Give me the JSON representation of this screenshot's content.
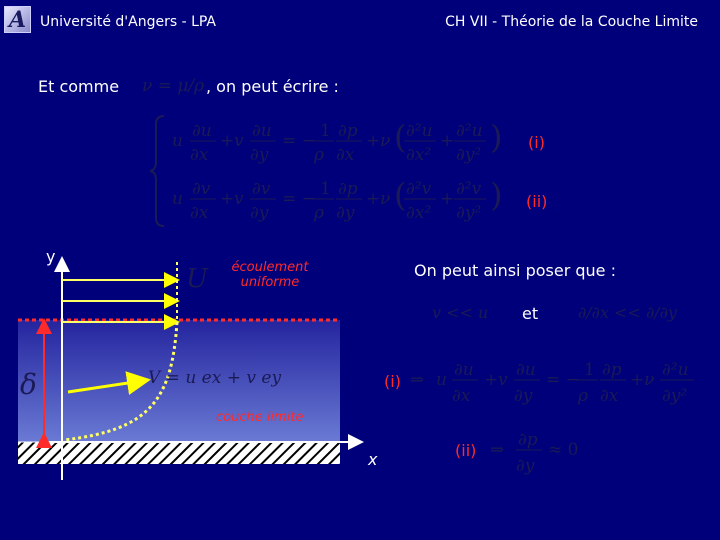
{
  "header": {
    "logo_letter": "A",
    "left": "Université d'Angers - LPA",
    "right": "CH VII - Théorie de la Couche Limite"
  },
  "intro": {
    "prefix": "Et comme",
    "formula": "ν = μ/ρ",
    "suffix": ", on peut écrire :"
  },
  "system": {
    "eq1_tag": "(i)",
    "eq2_tag": "(ii)"
  },
  "figure": {
    "y_axis": "y",
    "x_axis": "x",
    "U": "U",
    "delta": "δ",
    "flow_label_line1": "écoulement",
    "flow_label_line2": "uniforme",
    "boundary_label": "couche limite",
    "velocity": "V = u ex + v ey"
  },
  "conclusion": {
    "lead": "On peut ainsi poser que :",
    "cond1": "v << u",
    "et": "et",
    "cond2": "∂/∂x << ∂/∂y",
    "eq_i_tag": "(i)",
    "eq_ii_tag": "(ii)"
  },
  "colors": {
    "background": "#00007a",
    "accent": "#ff2a2a",
    "profile": "#ffff66",
    "arrow": "#ffff00"
  }
}
